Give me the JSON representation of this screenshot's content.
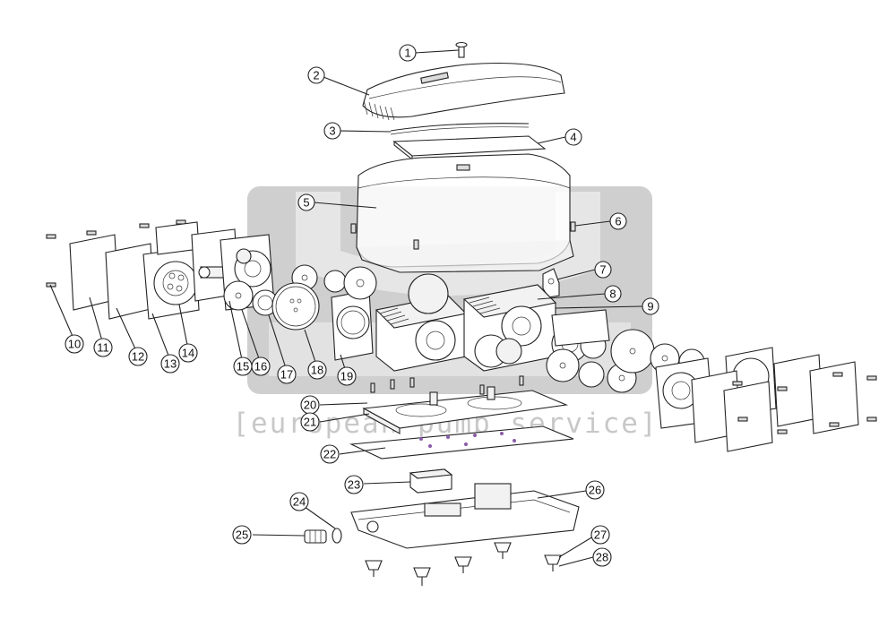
{
  "watermark": {
    "caption": "[european pump service]"
  },
  "callouts": [
    {
      "id": "callout-1",
      "label": "1"
    },
    {
      "id": "callout-2",
      "label": "2"
    },
    {
      "id": "callout-3",
      "label": "3"
    },
    {
      "id": "callout-4",
      "label": "4"
    },
    {
      "id": "callout-5",
      "label": "5"
    },
    {
      "id": "callout-6",
      "label": "6"
    },
    {
      "id": "callout-7",
      "label": "7"
    },
    {
      "id": "callout-8",
      "label": "8"
    },
    {
      "id": "callout-9",
      "label": "9"
    },
    {
      "id": "callout-10",
      "label": "10"
    },
    {
      "id": "callout-11",
      "label": "11"
    },
    {
      "id": "callout-12",
      "label": "12"
    },
    {
      "id": "callout-13",
      "label": "13"
    },
    {
      "id": "callout-14",
      "label": "14"
    },
    {
      "id": "callout-15",
      "label": "15"
    },
    {
      "id": "callout-16",
      "label": "16"
    },
    {
      "id": "callout-17",
      "label": "17"
    },
    {
      "id": "callout-18",
      "label": "18"
    },
    {
      "id": "callout-19",
      "label": "19"
    },
    {
      "id": "callout-20",
      "label": "20"
    },
    {
      "id": "callout-21",
      "label": "21"
    },
    {
      "id": "callout-22",
      "label": "22"
    },
    {
      "id": "callout-23",
      "label": "23"
    },
    {
      "id": "callout-24",
      "label": "24"
    },
    {
      "id": "callout-25",
      "label": "25"
    },
    {
      "id": "callout-26",
      "label": "26"
    },
    {
      "id": "callout-27",
      "label": "27"
    },
    {
      "id": "callout-28",
      "label": "28"
    }
  ]
}
